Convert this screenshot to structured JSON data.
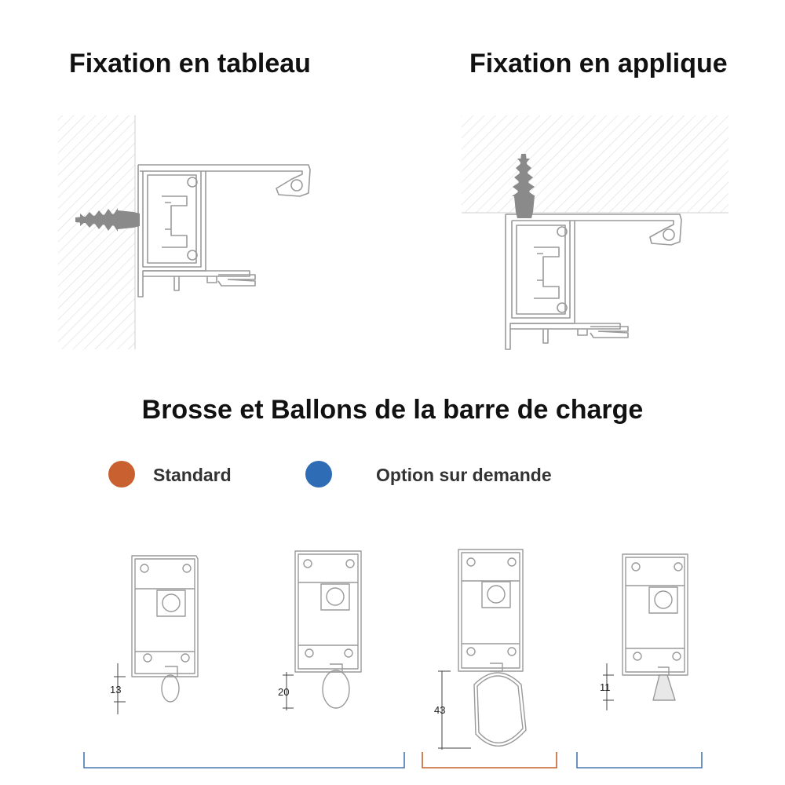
{
  "titles": {
    "left": "Fixation en tableau",
    "right": "Fixation en applique",
    "center": "Brosse et Ballons de la barre de charge"
  },
  "legend": {
    "standard": {
      "label": "Standard",
      "color": "#c8612f"
    },
    "option": {
      "label": "Option sur demande",
      "color": "#2e6cb5"
    }
  },
  "dimensions": {
    "d1": "13",
    "d2": "20",
    "d3": "43",
    "d4": "11"
  },
  "colors": {
    "outline": "#9a9a9a",
    "hatch": "#dcdcdc",
    "anchor": "#8a8a8a",
    "bracket_blue": "#4a78b0",
    "bracket_orange": "#c8612f"
  }
}
